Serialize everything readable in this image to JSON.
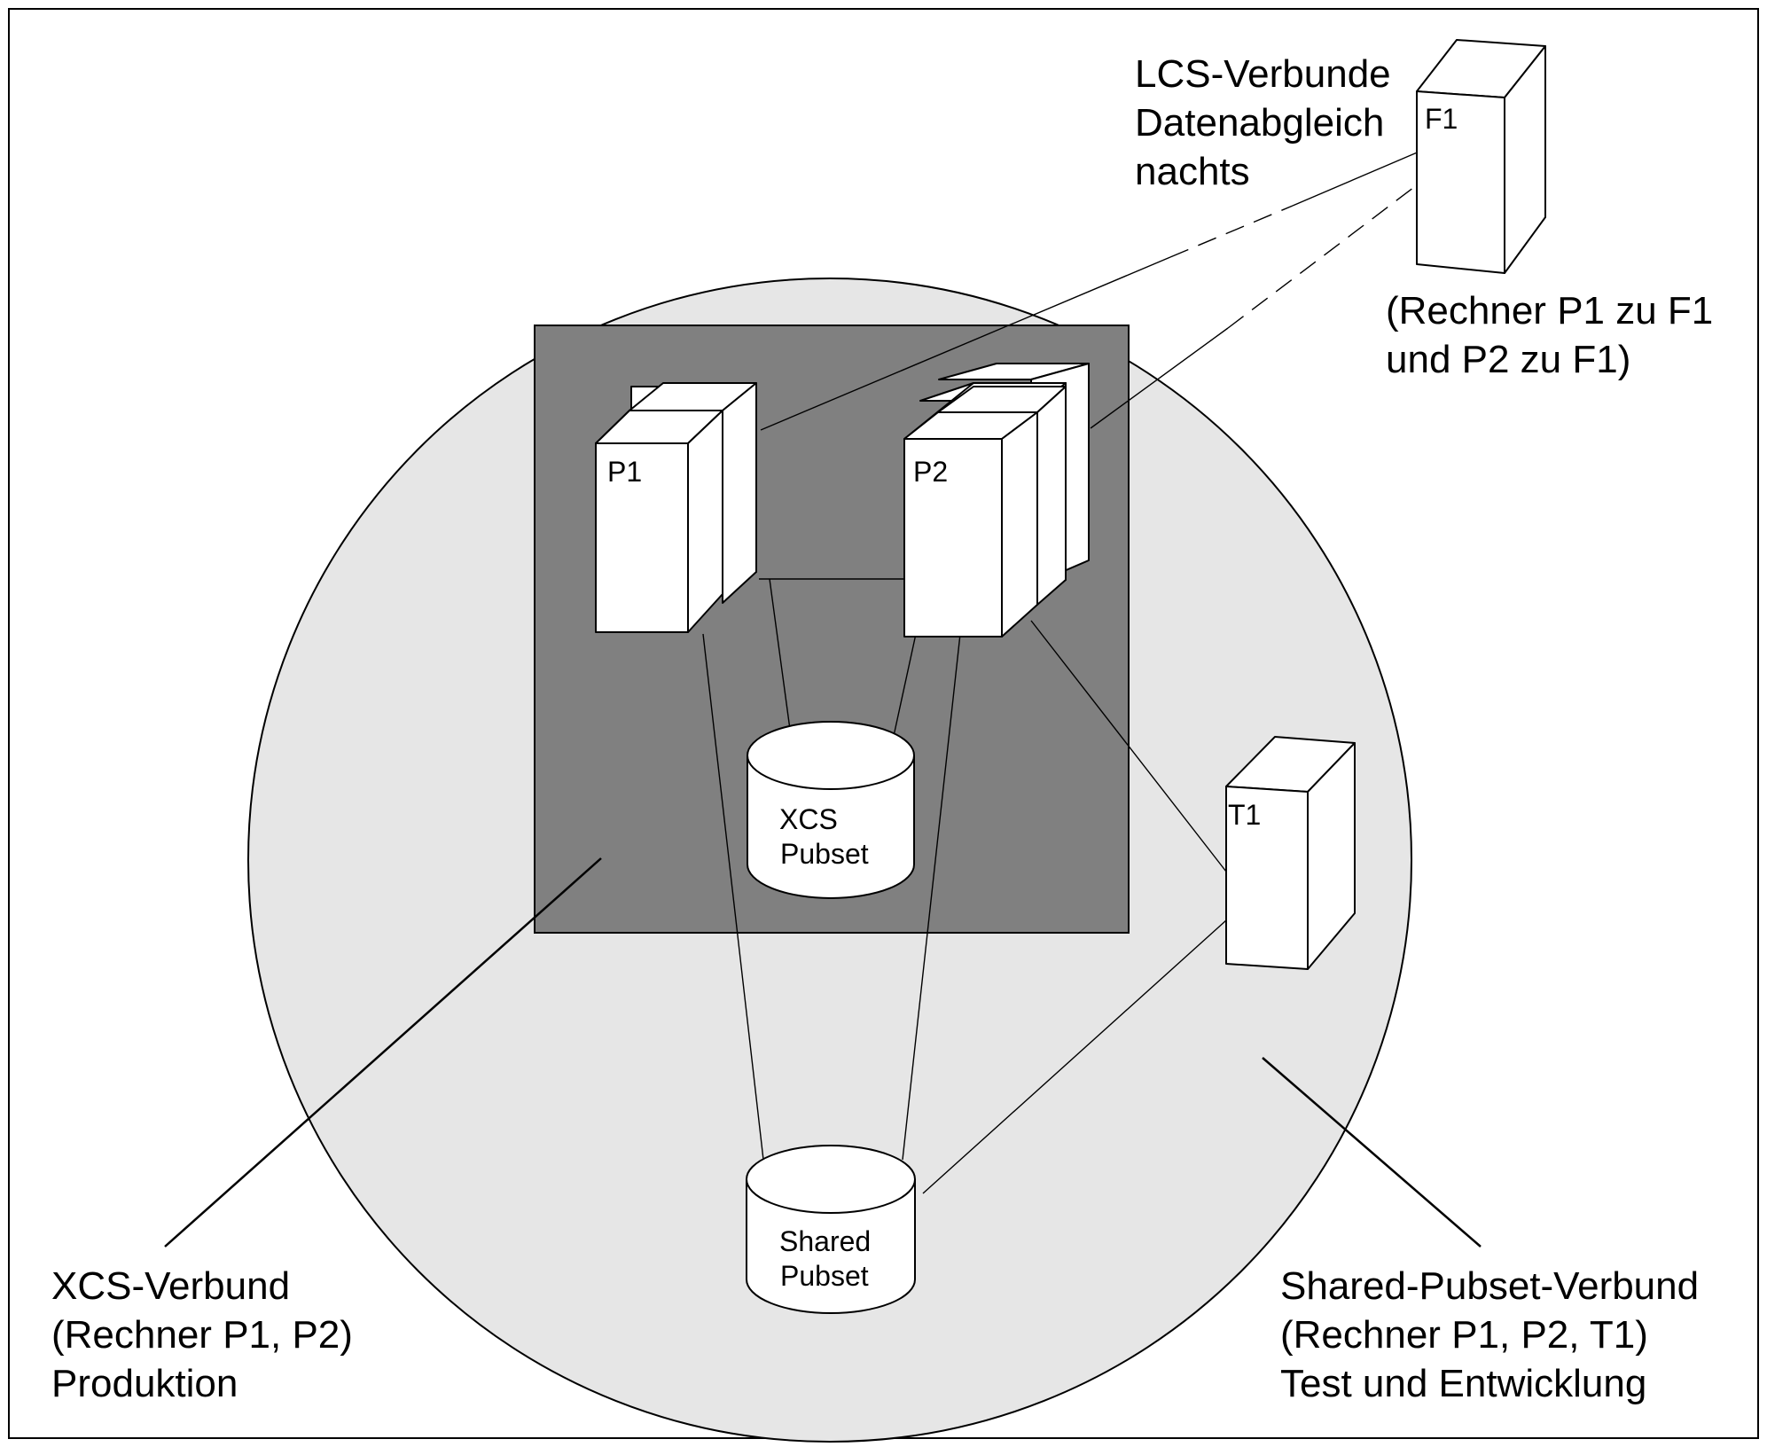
{
  "colors": {
    "outer_circle": "#e6e6e6",
    "xcs_square": "#808080",
    "device": "#ffffff",
    "lines": "#000000"
  },
  "devices": {
    "p1": "P1",
    "p2": "P2",
    "f1": "F1",
    "t1": "T1"
  },
  "disks": {
    "xcs": [
      "XCS",
      "Pubset"
    ],
    "shared": [
      "Shared",
      "Pubset"
    ]
  },
  "labels": {
    "lcs": [
      "LCS-Verbunde",
      "Datenabgleich",
      "nachts"
    ],
    "lcs_detail": [
      "(Rechner P1 zu F1",
      "und P2 zu F1)"
    ],
    "xcs": [
      "XCS-Verbund",
      "(Rechner P1, P2)",
      "Produktion"
    ],
    "shared": [
      "Shared-Pubset-Verbund",
      "(Rechner P1, P2, T1)",
      "Test und Entwicklung"
    ]
  }
}
